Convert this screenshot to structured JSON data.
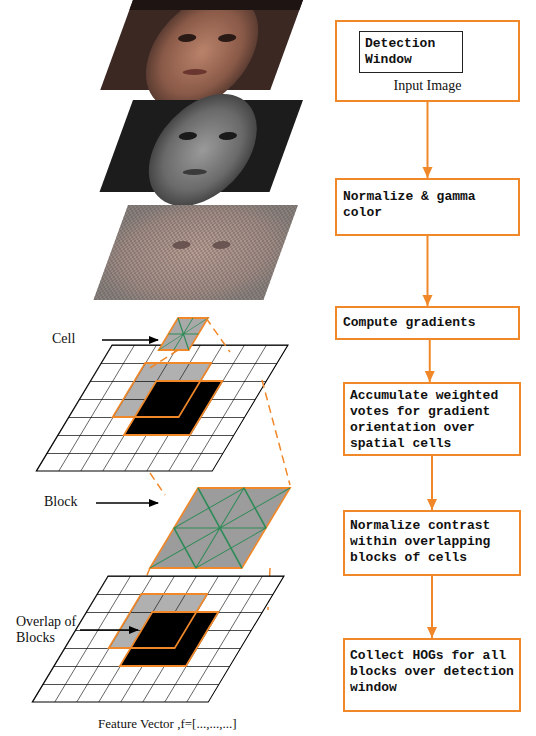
{
  "diagram": {
    "nodes": [
      {
        "text": [
          "Input Image"
        ]
      },
      {
        "text": [
          "Detection Window"
        ],
        "in": 0
      },
      {
        "text": [
          "Normalize & gamma color"
        ]
      },
      {
        "text": [
          "Compute gradients"
        ]
      },
      {
        "text": [
          "Accumulate weighted votes for gradient orientation over spatial cells"
        ]
      },
      {
        "text": [
          "Normalize contrast within overlapping blocks of cells"
        ]
      },
      {
        "text": [
          "Collect HOGs for all blocks over detection window"
        ]
      }
    ],
    "edges": [
      {
        "from": 0,
        "to": 2,
        "arrow": "to"
      },
      {
        "from": 2,
        "to": 3,
        "arrow": "to"
      },
      {
        "from": 3,
        "to": 4,
        "arrow": "to"
      },
      {
        "from": 4,
        "to": 5,
        "arrow": "to"
      },
      {
        "from": 5,
        "to": 6,
        "arrow": "to"
      }
    ],
    "labels": [
      "Cell",
      "Block",
      "Overlap of Blocks",
      "Feature Vector ,f=[...,...,...]"
    ]
  }
}
